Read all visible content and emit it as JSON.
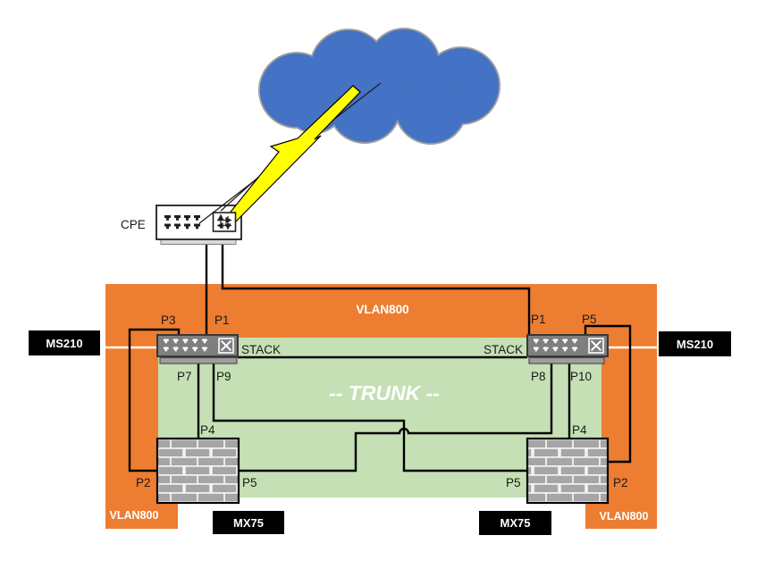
{
  "diagram": {
    "type": "network-topology",
    "internet": {
      "cpe_label": "CPE"
    },
    "vlan_labels": {
      "top": "VLAN800",
      "bottom_left": "VLAN800",
      "bottom_right": "VLAN800"
    },
    "trunk_label": "-- TRUNK --",
    "switches": {
      "left": {
        "model": "MS210",
        "stack_label": "STACK",
        "ports_top": [
          "P3",
          "P1"
        ],
        "ports_bottom": [
          "P7",
          "P9"
        ]
      },
      "right": {
        "model": "MS210",
        "stack_label": "STACK",
        "ports_top": [
          "P1",
          "P5"
        ],
        "ports_bottom": [
          "P8",
          "P10"
        ]
      }
    },
    "firewalls": {
      "left": {
        "model": "MX75",
        "ports": {
          "top": "P4",
          "left": "P2",
          "right": "P5"
        }
      },
      "right": {
        "model": "MX75",
        "ports": {
          "top": "P4",
          "left": "P5",
          "right": "P2"
        }
      }
    },
    "connections": [
      {
        "from": "Internet cloud",
        "to": "CPE"
      },
      {
        "from": "CPE",
        "to": "MS210-left P1"
      },
      {
        "from": "CPE",
        "to": "MS210-right P1"
      },
      {
        "from": "MS210-left",
        "to": "MS210-right",
        "label": "STACK"
      },
      {
        "from": "MS210-left P3",
        "to": "MX75-left P2"
      },
      {
        "from": "MS210-left P7",
        "to": "MX75-left P4"
      },
      {
        "from": "MS210-left P9",
        "to": "MX75-right P5"
      },
      {
        "from": "MS210-right P5",
        "to": "MX75-right P2"
      },
      {
        "from": "MS210-right P10",
        "to": "MX75-right P4"
      },
      {
        "from": "MS210-right P8",
        "to": "MX75-left P5"
      }
    ],
    "colors": {
      "vlan_orange": "#ED7D31",
      "trunk_green": "#C5E0B4",
      "cloud_blue": "#4472C4",
      "bolt_yellow": "#FFFF00",
      "switch_gray": "#7F7F7F",
      "brick_gray": "#A6A6A6",
      "label_bg": "#000000",
      "line": "#000000"
    }
  }
}
